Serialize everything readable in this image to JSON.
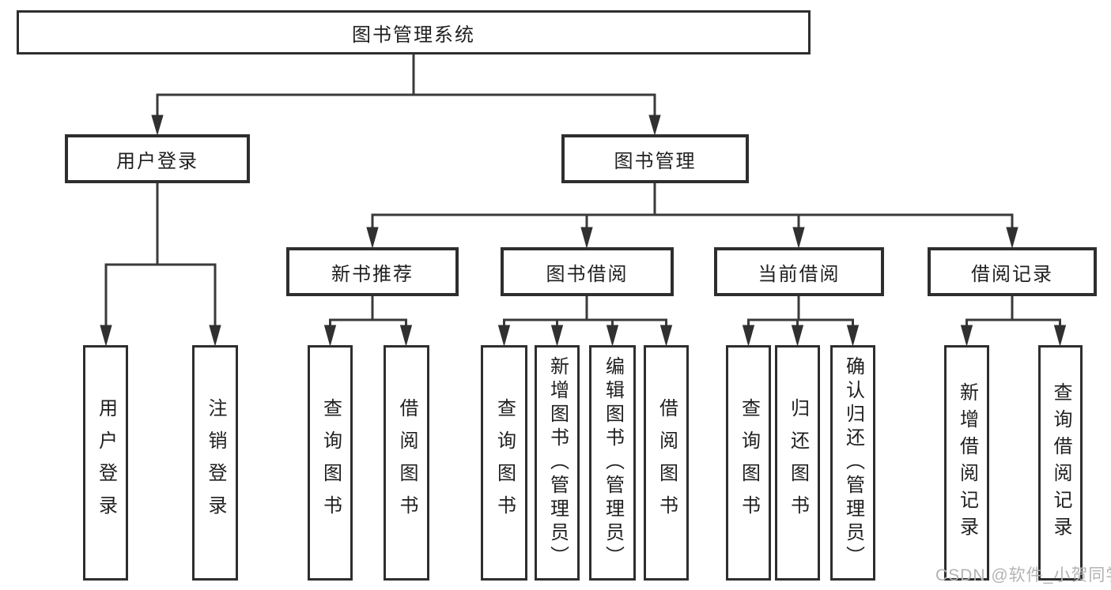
{
  "colors": {
    "background": "#ffffff",
    "line": "#3a3a3a",
    "box_border": "#2e2e2e",
    "text": "#1f1f1f",
    "watermark": "#b3b3b6"
  },
  "diagram": {
    "type": "tree",
    "root": {
      "label": "图书管理系统"
    },
    "branches": [
      {
        "label": "用户登录",
        "children": [
          {
            "label": "用户登录"
          },
          {
            "label": "注销登录"
          }
        ]
      },
      {
        "label": "图书管理",
        "children": [
          {
            "label": "新书推荐",
            "children": [
              {
                "label": "查询图书"
              },
              {
                "label": "借阅图书"
              }
            ]
          },
          {
            "label": "图书借阅",
            "children": [
              {
                "label": "查询图书"
              },
              {
                "label": "新增图书（管理员）"
              },
              {
                "label": "编辑图书（管理员）"
              },
              {
                "label": "借阅图书"
              }
            ]
          },
          {
            "label": "当前借阅",
            "children": [
              {
                "label": "查询图书"
              },
              {
                "label": "归还图书"
              },
              {
                "label": "确认归还（管理员）"
              }
            ]
          },
          {
            "label": "借阅记录",
            "children": [
              {
                "label": "新增借阅记录"
              },
              {
                "label": "查询借阅记录"
              }
            ]
          }
        ]
      }
    ]
  },
  "watermark": {
    "label": "CSDN @软件_小贺同学"
  }
}
